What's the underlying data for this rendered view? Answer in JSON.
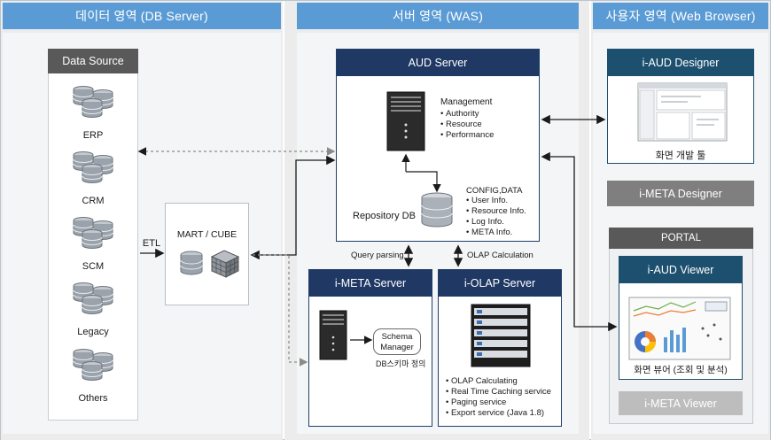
{
  "zones": {
    "db": "데이터 영역 (DB Server)",
    "was": "서버 영역 (WAS)",
    "web": "사용자 영역 (Web Browser)"
  },
  "data_source": {
    "title": "Data Source",
    "items": [
      "ERP",
      "CRM",
      "SCM",
      "Legacy",
      "Others"
    ]
  },
  "etl": "ETL",
  "mart": {
    "title": "MART / CUBE"
  },
  "aud_server": {
    "title": "AUD Server",
    "management_title": "Management",
    "management_items": [
      "Authority",
      "Resource",
      "Performance"
    ],
    "repository": "Repository DB",
    "config_title": "CONFIG,DATA",
    "config_items": [
      "User Info.",
      "Resource Info.",
      "Log Info.",
      "META Info."
    ]
  },
  "query_parsing": "Query parsing",
  "olap_calc": "OLAP Calculation",
  "imeta_server": {
    "title": "i-META Server",
    "schema": "Schema\nManager",
    "db_schema": "DB스키마 정의"
  },
  "iolap_server": {
    "title": "i-OLAP Server",
    "features": [
      "OLAP Calculating",
      "Real Time Caching service",
      "Paging service",
      "Export service (Java 1.8)"
    ]
  },
  "aud_designer": {
    "title": "i-AUD Designer",
    "caption": "화면 개발 툴"
  },
  "imeta_designer": "i-META Designer",
  "portal": "PORTAL",
  "aud_viewer": {
    "title": "i-AUD Viewer",
    "caption": "화면 뷰어 (조회 및 분석)"
  },
  "imeta_viewer": "i-META Viewer",
  "colors": {
    "navy": "#1f3864",
    "zone_header": "#5b9bd5",
    "teal": "#1d4f6e",
    "grey": "#7f7f7f"
  }
}
